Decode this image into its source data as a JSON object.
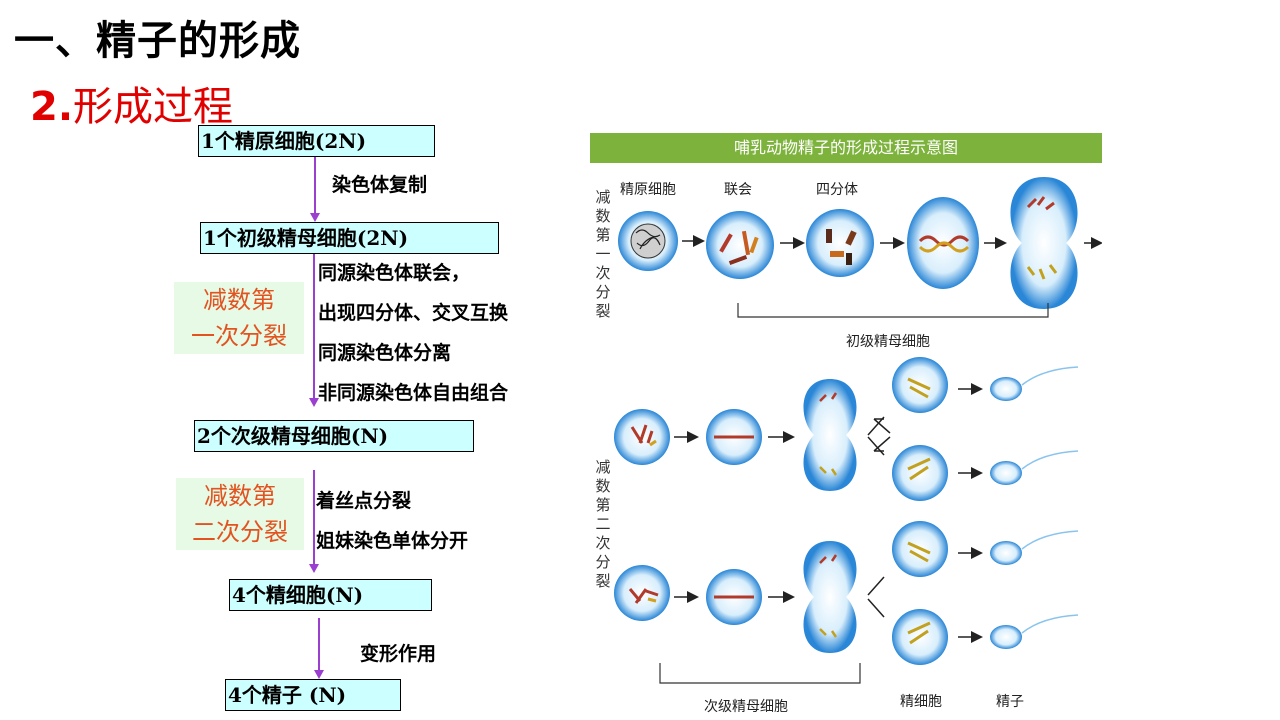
{
  "title": "一、精子的形成",
  "subtitle": {
    "number": "2.",
    "text": "形成过程"
  },
  "flow": {
    "stage1": "1个精原细胞(2N)",
    "step1": "染色体复制",
    "stage2": "1个初级精母细胞(2N)",
    "meiosis1_events": [
      "同源染色体联会，",
      "出现四分体、交叉互换",
      "同源染色体分离",
      "非同源染色体自由组合"
    ],
    "phase1": [
      "减数第",
      "一次分裂"
    ],
    "stage3": "2个次级精母细胞(N)",
    "phase2": [
      "减数第",
      "二次分裂"
    ],
    "meiosis2_events": [
      "着丝点分裂",
      "姐妹染色单体分开"
    ],
    "stage4": "4个精细胞(N)",
    "step4": "变形作用",
    "stage5": "4个精子 (N)"
  },
  "figure": {
    "header": "哺乳动物精子的形成过程示意图",
    "label_spermatogonium": "精原细胞",
    "label_synapsis": "联会",
    "label_tetrad": "四分体",
    "label_primary": "初级精母细胞",
    "label_secondary": "次级精母细胞",
    "label_spermatid": "精细胞",
    "label_sperm": "精子",
    "side1": [
      "减",
      "数",
      "第",
      "一",
      "次",
      "分",
      "裂"
    ],
    "side2": [
      "减",
      "数",
      "第",
      "二",
      "次",
      "分",
      "裂"
    ]
  },
  "colors": {
    "title": "#000000",
    "subtitle": "#e00000",
    "box_fill": "#ccffff",
    "arrow": "#9a3fd0",
    "phase_text": "#e2531f",
    "phase_fill": "#e6fae6",
    "figure_header": "#7db33c"
  }
}
